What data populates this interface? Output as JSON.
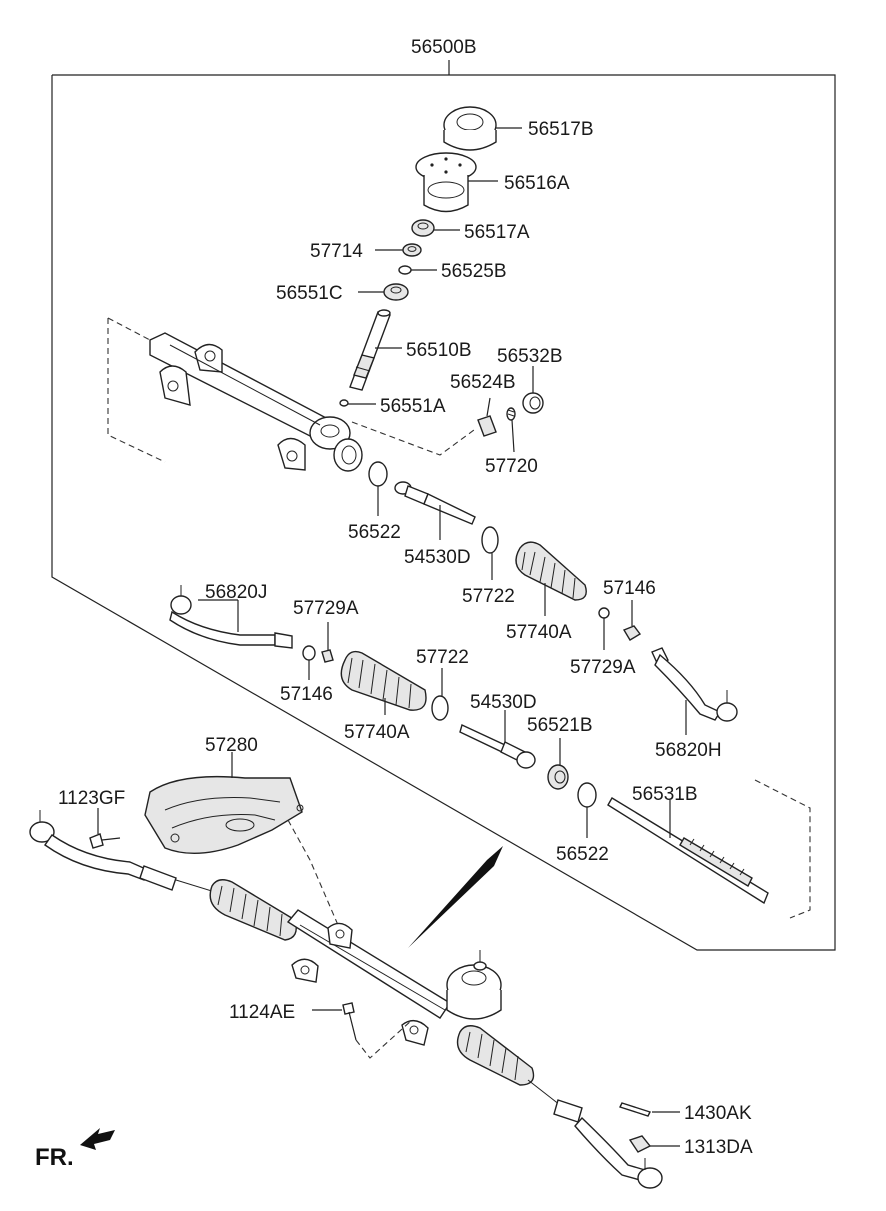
{
  "diagram": {
    "assembly_label": "56500B",
    "front_indicator": "FR.",
    "parts": {
      "p56517B": "56517B",
      "p56516A": "56516A",
      "p56517A": "56517A",
      "p57714": "57714",
      "p56525B": "56525B",
      "p56551C": "56551C",
      "p56510B": "56510B",
      "p56532B": "56532B",
      "p56524B": "56524B",
      "p56551A": "56551A",
      "p57720": "57720",
      "p56522a": "56522",
      "p54530Da": "54530D",
      "p57722a": "57722",
      "p57740Aa": "57740A",
      "p57146a": "57146",
      "p57729Aa": "57729A",
      "p56820J": "56820J",
      "p57729Ab": "57729A",
      "p57146b": "57146",
      "p57740Ab": "57740A",
      "p57722b": "57722",
      "p54530Db": "54530D",
      "p56521B": "56521B",
      "p56820H": "56820H",
      "p57280": "57280",
      "p1123GF": "1123GF",
      "p56531B": "56531B",
      "p56522b": "56522",
      "p1124AE": "1124AE",
      "p1430AK": "1430AK",
      "p1313DA": "1313DA"
    }
  }
}
